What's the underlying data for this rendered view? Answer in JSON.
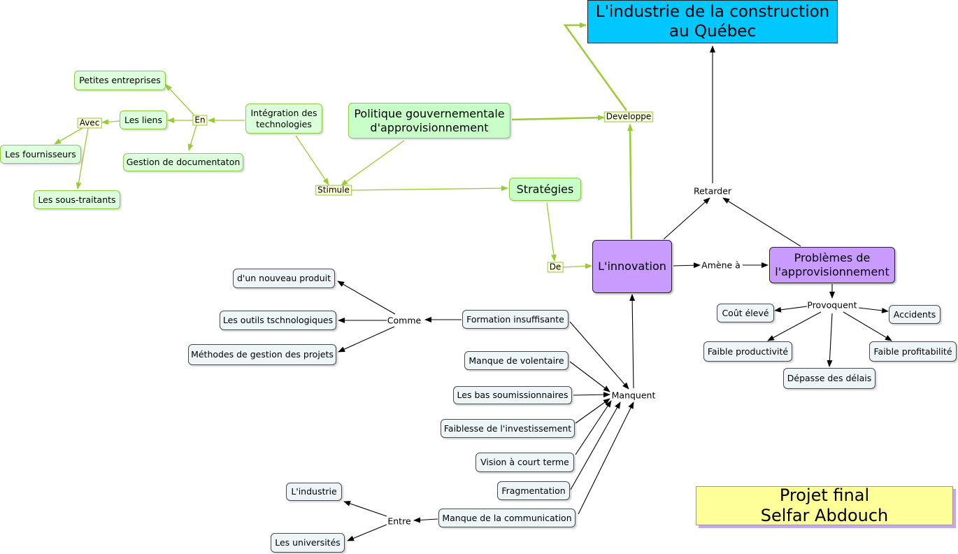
{
  "title": {
    "line1": "L'industrie de la construction",
    "line2": "au Québec"
  },
  "credit": {
    "line1": "Projet final",
    "line2": "Selfar Abdouch"
  },
  "nodes": {
    "integration": {
      "line1": "Intégration des",
      "line2": "technologies"
    },
    "politique": {
      "line1": "Politique gouvernementale",
      "line2": "d'approvisionnement"
    },
    "strategies": "Stratégies",
    "petites": "Petites entreprises",
    "liens": "Les liens",
    "gestion_doc": "Gestion de documentaton",
    "fournisseurs": "Les fournisseurs",
    "sous_traitants": "Les sous-traitants",
    "innovation": "L'innovation",
    "problemes": {
      "line1": "Problèmes de",
      "line2": "l'approvisionnement"
    },
    "cout": "Coût élevé",
    "accidents": "Accidents",
    "faible_prod": "Faible productivité",
    "faible_prof": "Faible profitabilité",
    "depasse": "Dépasse des délais",
    "nouveau_produit": "d'un nouveau produit",
    "outils": "Les outils tschnologiques",
    "methodes": "Méthodes de gestion des projets",
    "formation": "Formation insuffisante",
    "volentaire": "Manque de volentaire",
    "bas_soum": "Les bas soumissionnaires",
    "faiblesse_inv": "Faiblesse de l'investissement",
    "vision": "Vision à court terme",
    "fragmentation": "Fragmentation",
    "manque_comm": "Manque de la communication",
    "industrie": "L'industrie",
    "universites": "Les universités"
  },
  "labels": {
    "developpe": "Developpe",
    "stimule": "Stimule",
    "en": "En",
    "avec": "Avec",
    "de": "De",
    "retarder": "Retarder",
    "amene": "Amène à",
    "provoquent": "Provoquent",
    "comme": "Comme",
    "manquent": "Manquent",
    "entre": "Entre"
  },
  "colors": {
    "green_line": "#99cc33",
    "black_line": "#000000",
    "title_bg": "#00c8ff",
    "purple": "#c99bff",
    "credit_bg": "#ffff99"
  }
}
